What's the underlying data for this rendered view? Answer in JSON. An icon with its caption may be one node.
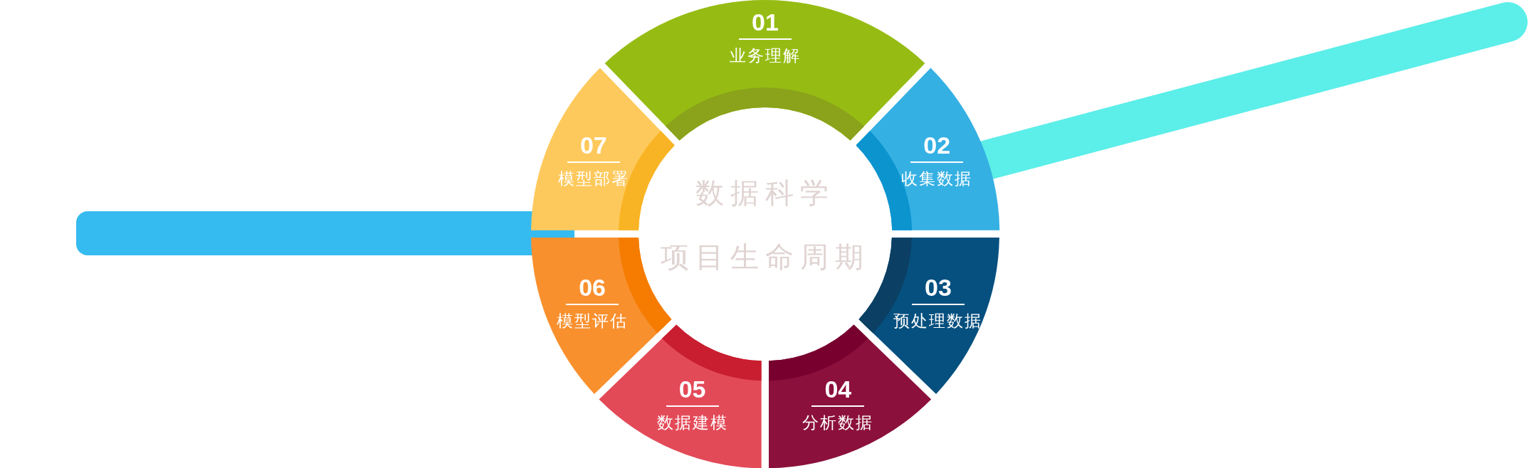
{
  "diagram": {
    "nodes": [
      {
        "text": [
          "数据科学",
          "项目生命周期"
        ]
      },
      {
        "text": [
          "01",
          "业务理解"
        ]
      },
      {
        "text": [
          "02",
          "收集数据"
        ]
      },
      {
        "text": [
          "03",
          "预处理数据"
        ]
      },
      {
        "text": [
          "04",
          "分析数据"
        ]
      },
      {
        "text": [
          "05",
          "数据建模"
        ]
      },
      {
        "text": [
          "06",
          "模型评估"
        ]
      },
      {
        "text": [
          "07",
          "模型部署"
        ]
      }
    ]
  }
}
